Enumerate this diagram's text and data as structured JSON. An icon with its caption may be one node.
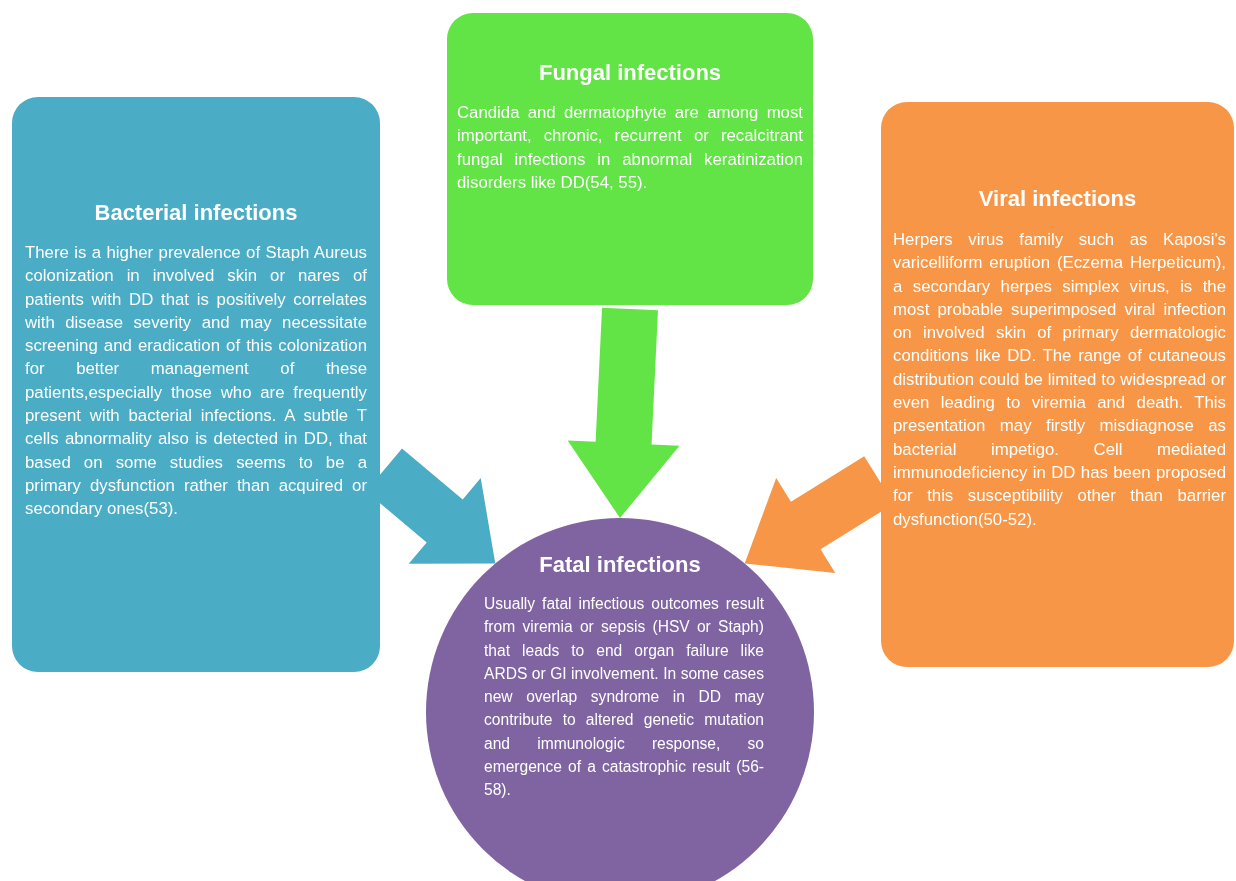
{
  "diagram": {
    "nodes": [
      {
        "text": [
          "Bacterial infections",
          "There is a higher prevalence of Staph Aureus colonization in involved skin or nares of patients with DD that is positively correlates with disease severity and may necessitate screening and eradication of this colonization for better management of these patients,especially those who are frequently present with bacterial infections. A subtle T cells abnormality also is detected in DD, that based on some studies seems to be a primary dysfunction rather than acquired or secondary ones(53)."
        ]
      },
      {
        "text": [
          "Fungal infections",
          "Candida and dermatophyte are among most important, chronic, recurrent or recalcitrant fungal infections in abnormal keratinization disorders like DD(54, 55)."
        ]
      },
      {
        "text": [
          "Viral infections",
          "Herpers virus family such as Kaposi's varicelliform eruption (Eczema Herpeticum), a secondary herpes simplex virus, is the most probable superimposed viral infection on involved skin of primary dermatologic conditions like DD. The range of cutaneous distribution could be limited to widespread or even leading to viremia and death. This presentation may firstly misdiagnose as bacterial impetigo. Cell mediated immunodeficiency in DD has been proposed for this susceptibility other than barrier dysfunction(50-52)."
        ]
      },
      {
        "text": [
          "Fatal infections",
          "Usually fatal infectious outcomes result from viremia or sepsis (HSV or Staph) that leads to end organ failure like ARDS or GI involvement. In some cases new overlap syndrome in DD may contribute to altered genetic mutation and immunologic response, so emergence of a catastrophic result (56-58)."
        ]
      }
    ],
    "edges": [
      {
        "from": 0,
        "to": 3,
        "arrow": "to",
        "color": "#4bacc6"
      },
      {
        "from": 1,
        "to": 3,
        "arrow": "to",
        "color": "#62e346"
      },
      {
        "from": 2,
        "to": 3,
        "arrow": "to",
        "color": "#f79646"
      }
    ]
  }
}
